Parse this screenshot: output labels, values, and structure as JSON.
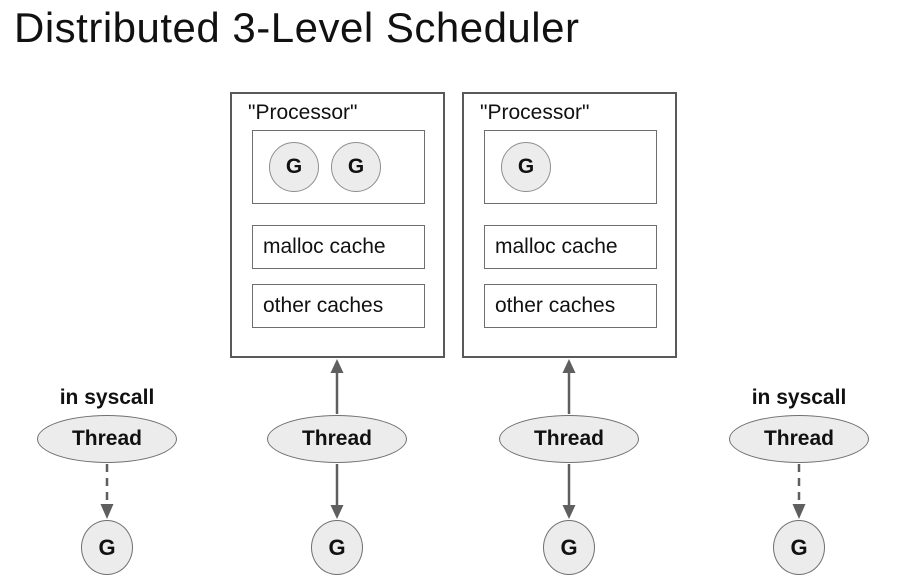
{
  "title": "Distributed 3-Level Scheduler",
  "colors": {
    "node_fill": "#ececec",
    "box_border": "#595959",
    "inner_border": "#6e6e6e",
    "arrow": "#5f5f5f",
    "text": "#111111"
  },
  "processors": [
    {
      "label": "\"Processor\"",
      "goroutines": [
        "G",
        "G"
      ],
      "caches": [
        "malloc cache",
        "other caches"
      ]
    },
    {
      "label": "\"Processor\"",
      "goroutines": [
        "G"
      ],
      "caches": [
        "malloc cache",
        "other caches"
      ]
    }
  ],
  "threads": [
    {
      "label": "Thread",
      "status": "in syscall",
      "link_to_processor": "none",
      "link_to_g": "dashed",
      "g": "G"
    },
    {
      "label": "Thread",
      "status": "",
      "link_to_processor": "solid",
      "link_to_g": "solid",
      "g": "G"
    },
    {
      "label": "Thread",
      "status": "",
      "link_to_processor": "solid",
      "link_to_g": "solid",
      "g": "G"
    },
    {
      "label": "Thread",
      "status": "in syscall",
      "link_to_processor": "none",
      "link_to_g": "dashed",
      "g": "G"
    }
  ]
}
